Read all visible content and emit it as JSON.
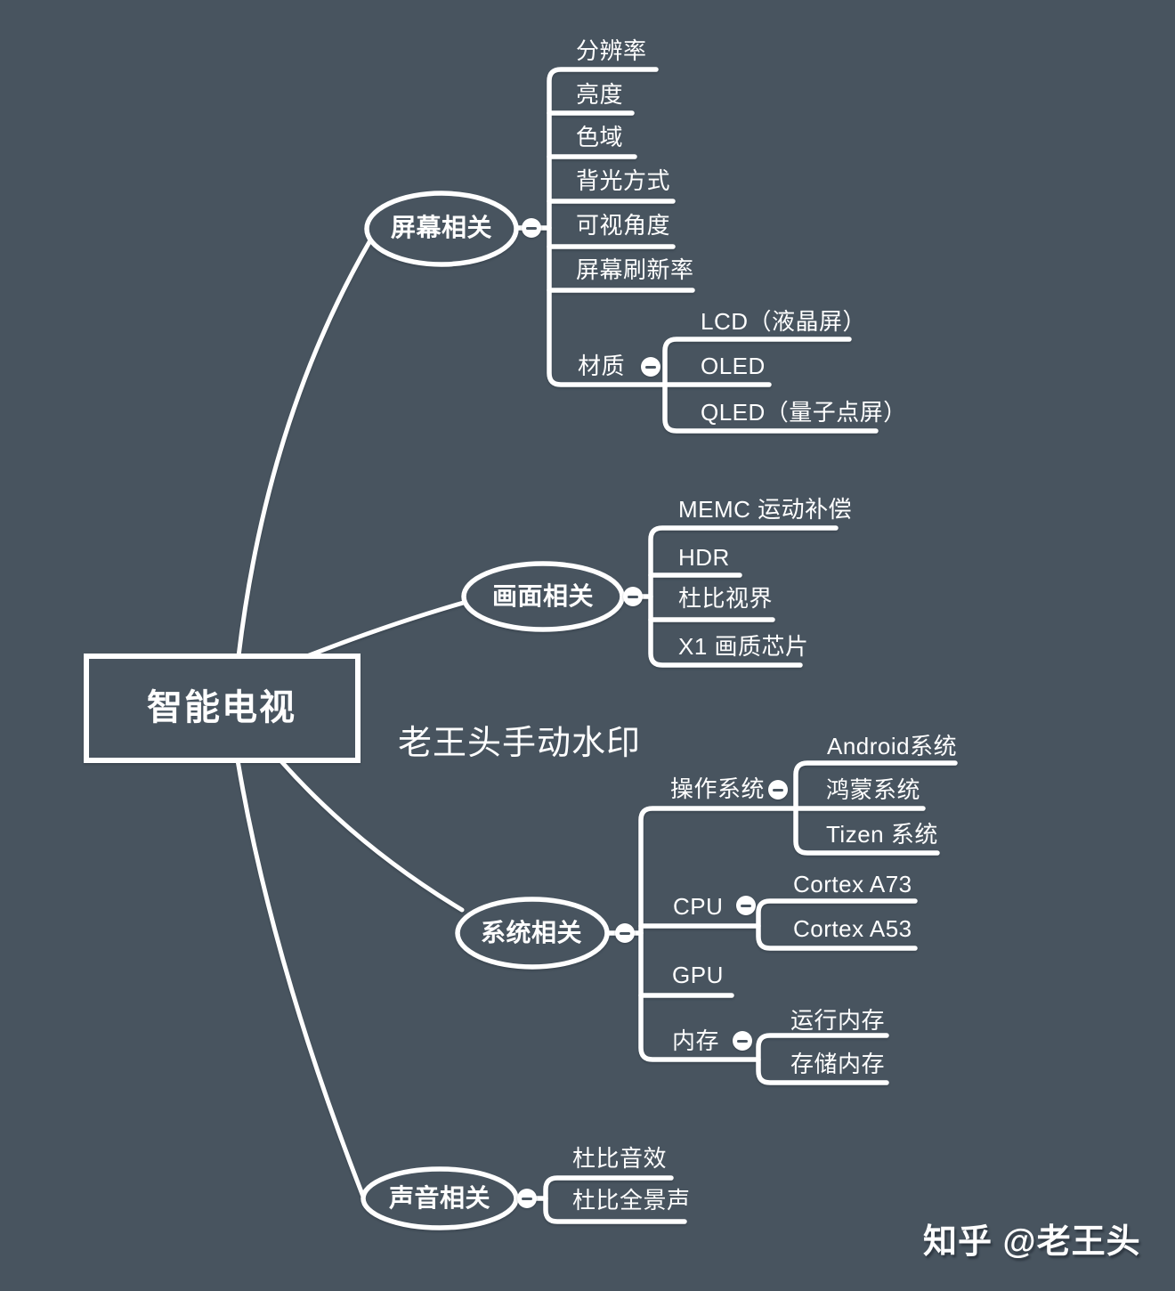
{
  "colors": {
    "background": "#48545f",
    "line": "#ffffff",
    "text": "#ffffff"
  },
  "root": {
    "label": "智能电视"
  },
  "branches": [
    {
      "label": "屏幕相关",
      "children": [
        {
          "label": "分辨率"
        },
        {
          "label": "亮度"
        },
        {
          "label": "色域"
        },
        {
          "label": "背光方式"
        },
        {
          "label": "可视角度"
        },
        {
          "label": "屏幕刷新率"
        },
        {
          "label": "材质",
          "children": [
            {
              "label": "LCD（液晶屏）"
            },
            {
              "label": "OLED"
            },
            {
              "label": "QLED（量子点屏）"
            }
          ]
        }
      ]
    },
    {
      "label": "画面相关",
      "children": [
        {
          "label": "MEMC 运动补偿"
        },
        {
          "label": "HDR"
        },
        {
          "label": "杜比视界"
        },
        {
          "label": "X1 画质芯片"
        }
      ]
    },
    {
      "label": "系统相关",
      "children": [
        {
          "label": "操作系统",
          "children": [
            {
              "label": "Android系统"
            },
            {
              "label": "鸿蒙系统"
            },
            {
              "label": "Tizen 系统"
            }
          ]
        },
        {
          "label": "CPU",
          "children": [
            {
              "label": "Cortex A73"
            },
            {
              "label": "Cortex A53"
            }
          ]
        },
        {
          "label": "GPU"
        },
        {
          "label": "内存",
          "children": [
            {
              "label": "运行内存"
            },
            {
              "label": "存储内存"
            }
          ]
        }
      ]
    },
    {
      "label": "声音相关",
      "children": [
        {
          "label": "杜比音效"
        },
        {
          "label": "杜比全景声"
        }
      ]
    }
  ],
  "watermarks": {
    "center": "老王头手动水印",
    "corner": "知乎 @老王头"
  }
}
